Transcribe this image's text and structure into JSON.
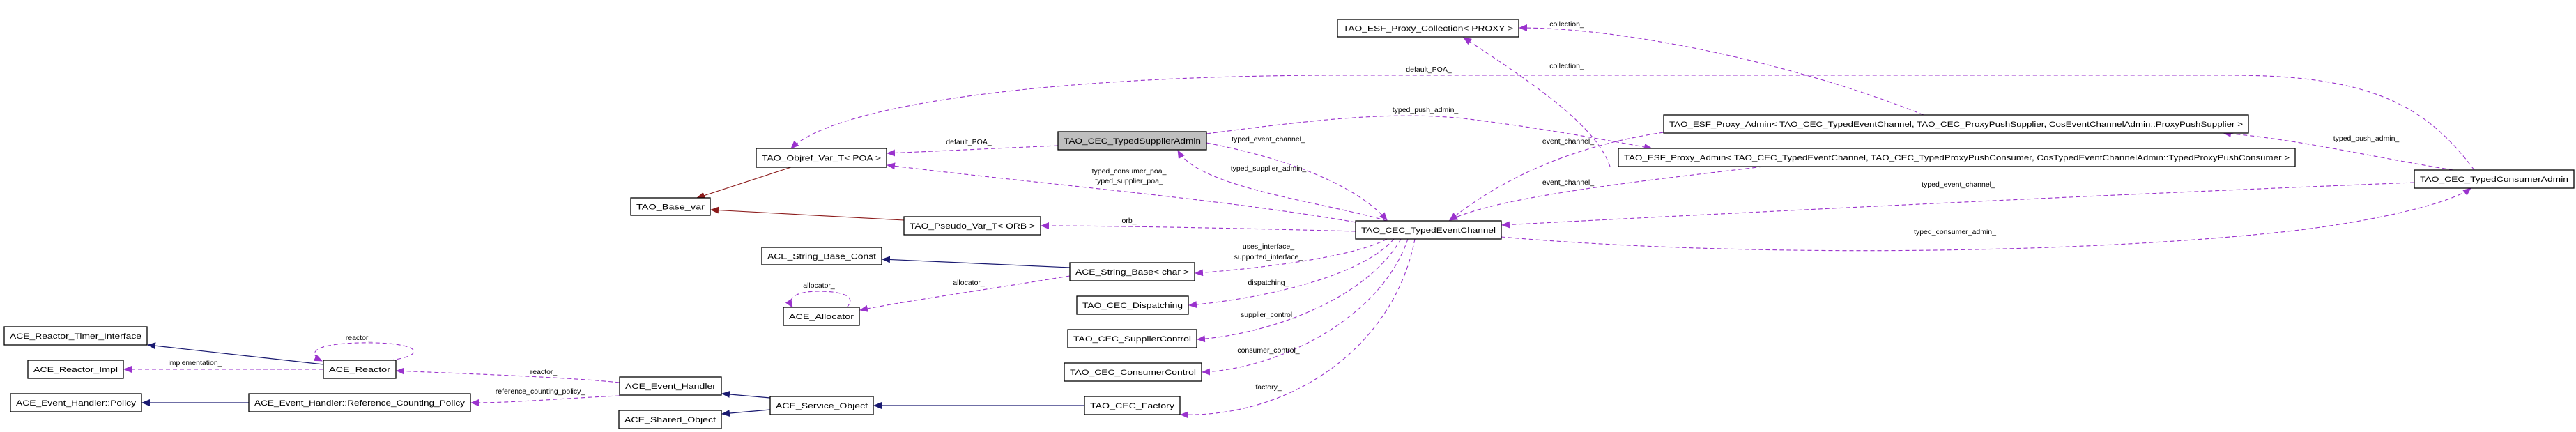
{
  "colors": {
    "usage": "#9a32cd",
    "inheritance": "#191970",
    "template": "#8b1a1a",
    "focus_fill": "#bfbfbf"
  },
  "nodes": {
    "timer_iface": "ACE_Reactor_Timer_Interface",
    "reactor_impl": "ACE_Reactor_Impl",
    "reactor": "ACE_Reactor",
    "eh_policy": "ACE_Event_Handler::Policy",
    "ref_policy": "ACE_Event_Handler::Reference_Counting_Policy",
    "event_handler": "ACE_Event_Handler",
    "shared_object": "ACE_Shared_Object",
    "service_object": "ACE_Service_Object",
    "base_var": "TAO_Base_var",
    "objref_poa": "TAO_Objref_Var_T< POA >",
    "pseudo_orb": "TAO_Pseudo_Var_T< ORB >",
    "str_const": "ACE_String_Base_Const",
    "str_char": "ACE_String_Base< char >",
    "allocator": "ACE_Allocator",
    "supplier_admin": "TAO_CEC_TypedSupplierAdmin",
    "dispatching": "TAO_CEC_Dispatching",
    "supplier_control": "TAO_CEC_SupplierControl",
    "consumer_control": "TAO_CEC_ConsumerControl",
    "factory": "TAO_CEC_Factory",
    "event_channel": "TAO_CEC_TypedEventChannel",
    "proxy_collection": "TAO_ESF_Proxy_Collection< PROXY >",
    "proxy_admin_supplier": "TAO_ESF_Proxy_Admin< TAO_CEC_TypedEventChannel, TAO_CEC_ProxyPushSupplier, CosEventChannelAdmin::ProxyPushSupplier >",
    "proxy_admin_consumer": "TAO_ESF_Proxy_Admin< TAO_CEC_TypedEventChannel, TAO_CEC_TypedProxyPushConsumer, CosTypedEventChannelAdmin::TypedProxyPushConsumer >",
    "consumer_admin": "TAO_CEC_TypedConsumerAdmin"
  },
  "edge_labels": {
    "implementation": "implementation_",
    "reactor_self": "reactor_",
    "reactor": "reactor_",
    "ref_policy": "reference_counting_policy_",
    "default_poa_supplier": "default_POA_",
    "poa_1": "typed_consumer_poa_",
    "poa_2": "typed_supplier_poa_",
    "orb": "orb_",
    "allocator": "allocator_",
    "allocator_self": "allocator_",
    "iface_1": "uses_interface_",
    "iface_2": "supported_interface_",
    "dispatching": "dispatching_",
    "supplier_control": "supplier_control_",
    "consumer_control": "consumer_control_",
    "factory": "factory_",
    "default_poa_consumer": "default_POA_",
    "typed_supplier_admin": "typed_supplier_admin_",
    "typed_event_channel_s": "typed_event_channel_",
    "typed_push_admin_s": "typed_push_admin_",
    "collection_1": "collection_",
    "collection_2": "collection_",
    "event_channel_1": "event_channel_",
    "event_channel_2": "event_channel_",
    "typed_push_admin_c": "typed_push_admin_",
    "typed_event_channel_c": "typed_event_channel_",
    "typed_consumer_admin": "typed_consumer_admin_"
  }
}
